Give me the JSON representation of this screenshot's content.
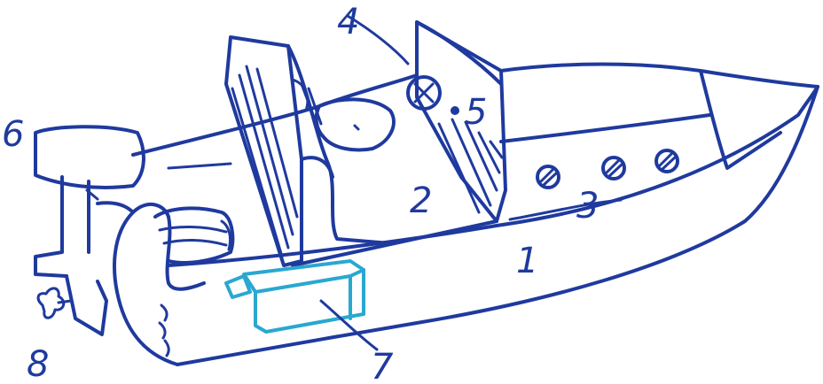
{
  "labels": {
    "hull": "1",
    "cockpit": "2",
    "portholes": "3",
    "steering": "4",
    "throttle": "5",
    "engine": "6",
    "fuel_tank": "7",
    "propeller": "8"
  },
  "colors": {
    "ink": "#1f3a9e",
    "fuel_tank": "#29a8d0",
    "background": "#ffffff"
  }
}
